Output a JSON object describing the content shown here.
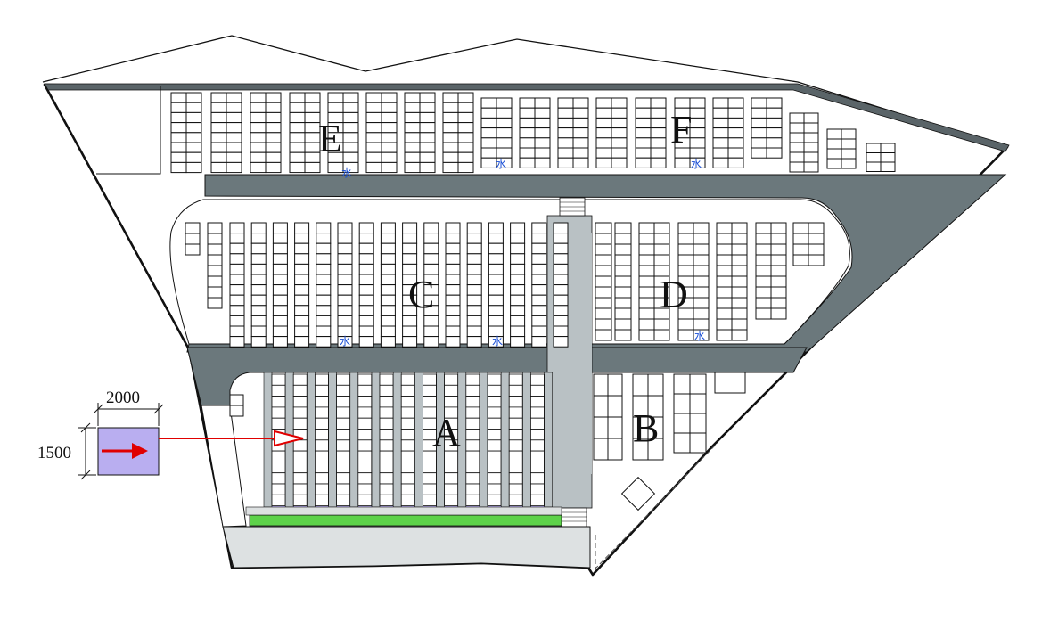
{
  "zones": [
    {
      "id": "A",
      "label": "A"
    },
    {
      "id": "B",
      "label": "B"
    },
    {
      "id": "C",
      "label": "C"
    },
    {
      "id": "D",
      "label": "D"
    },
    {
      "id": "E",
      "label": "E"
    },
    {
      "id": "F",
      "label": "F"
    }
  ],
  "water_marks": [
    "水",
    "水",
    "水",
    "水",
    "水",
    "水"
  ],
  "legend": {
    "width_label": "2000",
    "height_label": "1500"
  },
  "colors": {
    "road": "#6b787c",
    "walkway": "#b9c1c4",
    "highlight": "#b9aef0",
    "green_strip": "#5dd24a",
    "front_plaza": "#dde1e2",
    "arrow": "#e00000",
    "water_text": "#1a4fd6",
    "outline": "#111111"
  }
}
